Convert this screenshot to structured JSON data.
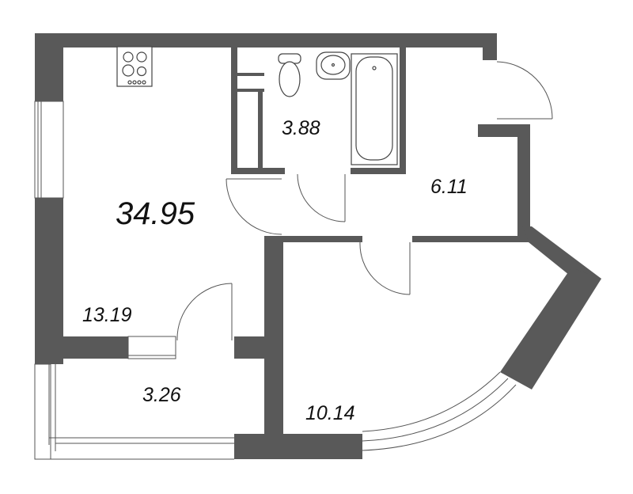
{
  "plan": {
    "total_area": "34.95",
    "wall_color": "#595959",
    "background_color": "#ffffff",
    "rooms": [
      {
        "id": "kitchen-living",
        "area": "13.19"
      },
      {
        "id": "bathroom",
        "area": "3.88"
      },
      {
        "id": "hallway",
        "area": "6.11"
      },
      {
        "id": "bedroom",
        "area": "10.14"
      },
      {
        "id": "balcony",
        "area": "3.26"
      }
    ],
    "icons": {
      "stove": "stove-icon",
      "toilet": "toilet-icon",
      "sink": "sink-icon",
      "bathtub": "bathtub-icon"
    }
  }
}
